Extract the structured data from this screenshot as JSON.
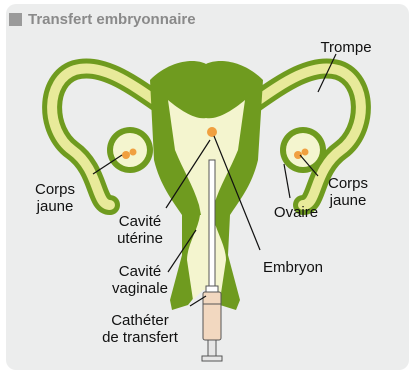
{
  "title": "Transfert embryonnaire",
  "labels": {
    "trompe": "Trompe",
    "corps_jaune_left_1": "Corps",
    "corps_jaune_left_2": "jaune",
    "corps_jaune_right_1": "Corps",
    "corps_jaune_right_2": "jaune",
    "ovaire": "Ovaire",
    "cavite_uterine_1": "Cavité",
    "cavite_uterine_2": "utérine",
    "embryon": "Embryon",
    "cavite_vaginale_1": "Cavité",
    "cavite_vaginale_2": "vaginale",
    "catheter_1": "Cathéter",
    "catheter_2": "de transfert"
  },
  "colors": {
    "panel": "#eceded",
    "organ_dark": "#6f9b1f",
    "organ_light": "#f4f5cf",
    "tube_yellow": "#e8ea9a",
    "embryo": "#f0a040",
    "syringe": "#f2d8c0"
  }
}
